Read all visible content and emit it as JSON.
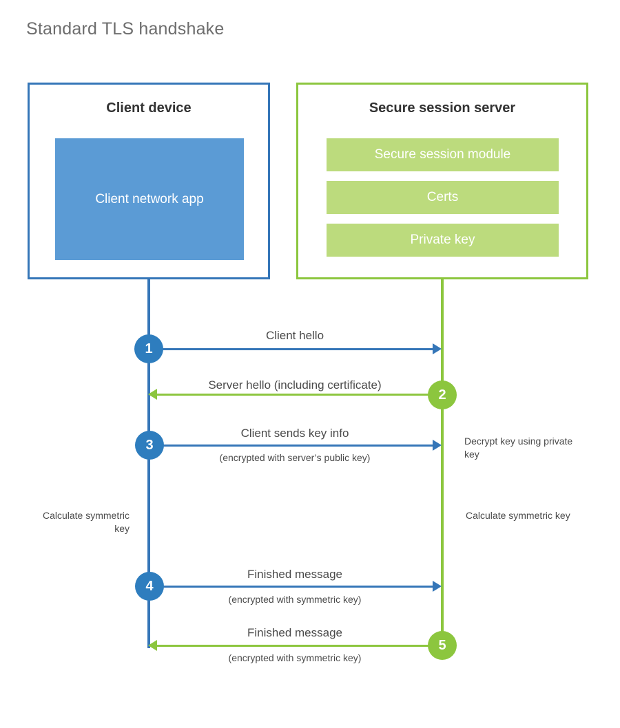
{
  "title": "Standard TLS handshake",
  "participants": {
    "client": {
      "title": "Client device",
      "block": "Client network app"
    },
    "server": {
      "title": "Secure session server",
      "blocks": [
        "Secure session module",
        "Certs",
        "Private key"
      ]
    }
  },
  "steps": [
    {
      "number": "1",
      "label": "Client hello",
      "sublabel": "",
      "direction": "client-to-server",
      "color": "#2e7dbe"
    },
    {
      "number": "2",
      "label": "Server hello (including certificate)",
      "sublabel": "",
      "direction": "server-to-client",
      "color": "#8cc63e"
    },
    {
      "number": "3",
      "label": "Client sends key info",
      "sublabel": "(encrypted with server’s public key)",
      "direction": "client-to-server",
      "color": "#2e7dbe"
    },
    {
      "number": "4",
      "label": "Finished message",
      "sublabel": "(encrypted with symmetric key)",
      "direction": "client-to-server",
      "color": "#2e7dbe"
    },
    {
      "number": "5",
      "label": "Finished message",
      "sublabel": "(encrypted with symmetric key)",
      "direction": "server-to-client",
      "color": "#8cc63e"
    }
  ],
  "annotations": {
    "decrypt_key": "Decrypt key using private key",
    "client_calculate": "Calculate symmetric key",
    "server_calculate": "Calculate symmetric key"
  },
  "colors": {
    "client_border": "#3576b8",
    "client_block": "#5b9bd5",
    "server_border": "#8cc63e",
    "server_block": "#bcdb7d",
    "blue_accent": "#2e7dbe",
    "green_accent": "#8cc63e",
    "title_text": "#6d6d6d"
  }
}
